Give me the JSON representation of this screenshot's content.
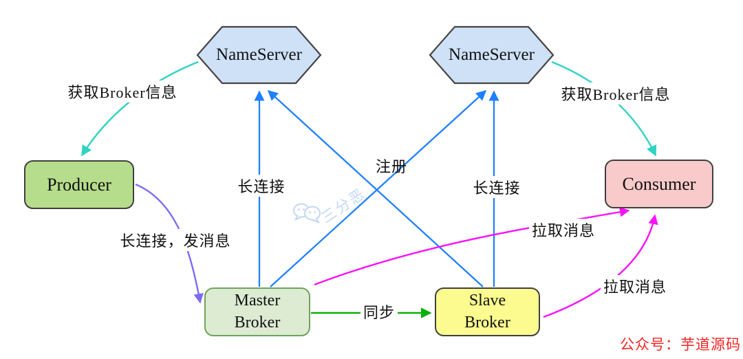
{
  "nodes": {
    "nameserver_left": {
      "label": "NameServer"
    },
    "nameserver_right": {
      "label": "NameServer"
    },
    "producer": {
      "label": "Producer"
    },
    "consumer": {
      "label": "Consumer"
    },
    "master_broker": {
      "label": "Master Broker"
    },
    "slave_broker": {
      "label": "Slave Broker"
    }
  },
  "edge_labels": {
    "get_broker_info_left": "获取Broker信息",
    "get_broker_info_right": "获取Broker信息",
    "long_connection_left": "长连接",
    "long_connection_right": "长连接",
    "register": "注册",
    "long_connection_send": "长连接，发消息",
    "sync": "同步",
    "pull_message_master": "拉取消息",
    "pull_message_slave": "拉取消息"
  },
  "watermark": {
    "text": "三分恶",
    "icon": "wechat-bubbles-icon"
  },
  "footer": {
    "text": "公众号：芋道源码"
  },
  "colors": {
    "nameserver_fill": "#cfe1f7",
    "node_border": "#3f3f3f",
    "producer_fill": "#b6dd8b",
    "consumer_fill": "#f9caca",
    "master_fill": "#dcebd2",
    "master_border": "#72a25c",
    "slave_fill": "#fbfb8f",
    "blue_edge": "#1e80ff",
    "teal_edge": "#2ed3c4",
    "purple_edge": "#7a6cf5",
    "green_edge": "#0ab00a",
    "magenta_edge": "#fa11fa",
    "watermark_blue": "#c3d8f0",
    "footer_red": "#f92525"
  }
}
